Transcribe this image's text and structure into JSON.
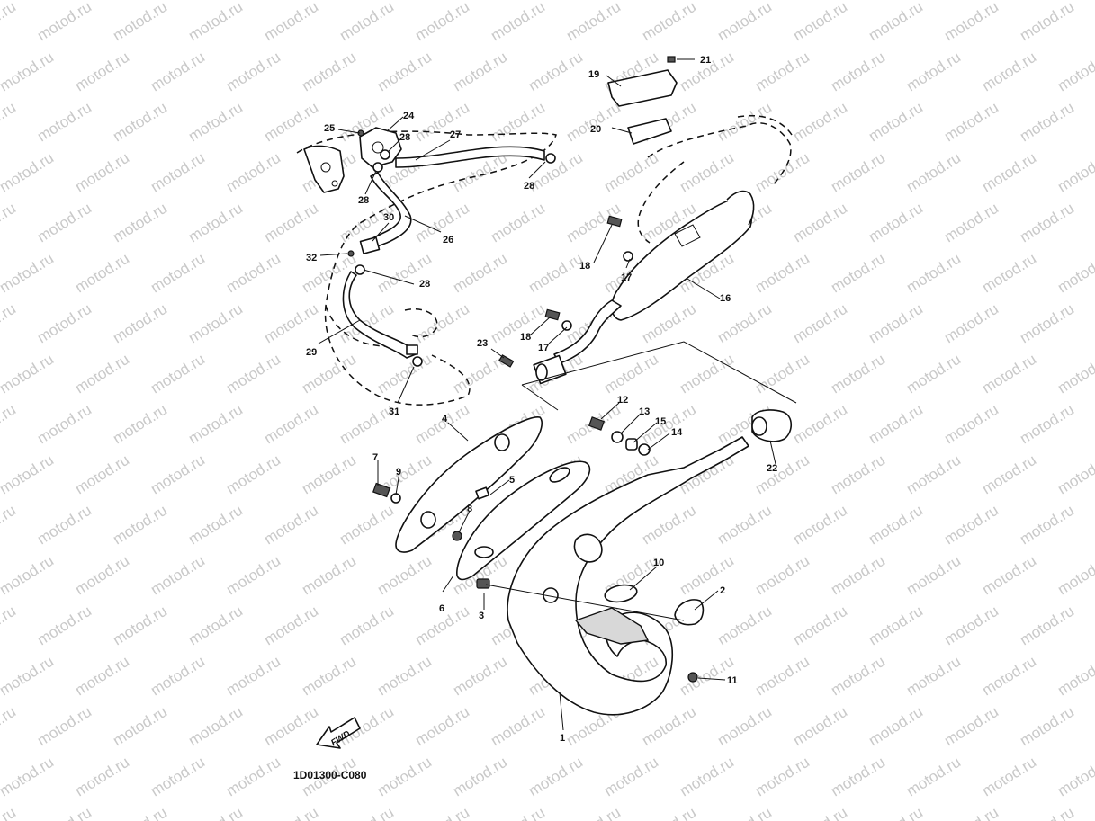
{
  "watermark": "motod.ru",
  "diagram_code": "1D01300-C080",
  "direction_label": "FWD",
  "callouts": [
    {
      "id": "c1",
      "text": "1"
    },
    {
      "id": "c2",
      "text": "2"
    },
    {
      "id": "c3",
      "text": "3"
    },
    {
      "id": "c4",
      "text": "4"
    },
    {
      "id": "c5",
      "text": "5"
    },
    {
      "id": "c6",
      "text": "6"
    },
    {
      "id": "c7",
      "text": "7"
    },
    {
      "id": "c8",
      "text": "8"
    },
    {
      "id": "c9",
      "text": "9"
    },
    {
      "id": "c10",
      "text": "10"
    },
    {
      "id": "c11",
      "text": "11"
    },
    {
      "id": "c12",
      "text": "12"
    },
    {
      "id": "c13",
      "text": "13"
    },
    {
      "id": "c14",
      "text": "14"
    },
    {
      "id": "c15",
      "text": "15"
    },
    {
      "id": "c16",
      "text": "16"
    },
    {
      "id": "c17a",
      "text": "17"
    },
    {
      "id": "c17b",
      "text": "17"
    },
    {
      "id": "c18a",
      "text": "18"
    },
    {
      "id": "c18b",
      "text": "18"
    },
    {
      "id": "c19",
      "text": "19"
    },
    {
      "id": "c20",
      "text": "20"
    },
    {
      "id": "c21",
      "text": "21"
    },
    {
      "id": "c22",
      "text": "22"
    },
    {
      "id": "c23",
      "text": "23"
    },
    {
      "id": "c24",
      "text": "24"
    },
    {
      "id": "c25",
      "text": "25"
    },
    {
      "id": "c26",
      "text": "26"
    },
    {
      "id": "c27",
      "text": "27"
    },
    {
      "id": "c28a",
      "text": "28"
    },
    {
      "id": "c28b",
      "text": "28"
    },
    {
      "id": "c28c",
      "text": "28"
    },
    {
      "id": "c28d",
      "text": "28"
    },
    {
      "id": "c29",
      "text": "29"
    },
    {
      "id": "c30",
      "text": "30"
    },
    {
      "id": "c31",
      "text": "31"
    },
    {
      "id": "c32",
      "text": "32"
    }
  ]
}
